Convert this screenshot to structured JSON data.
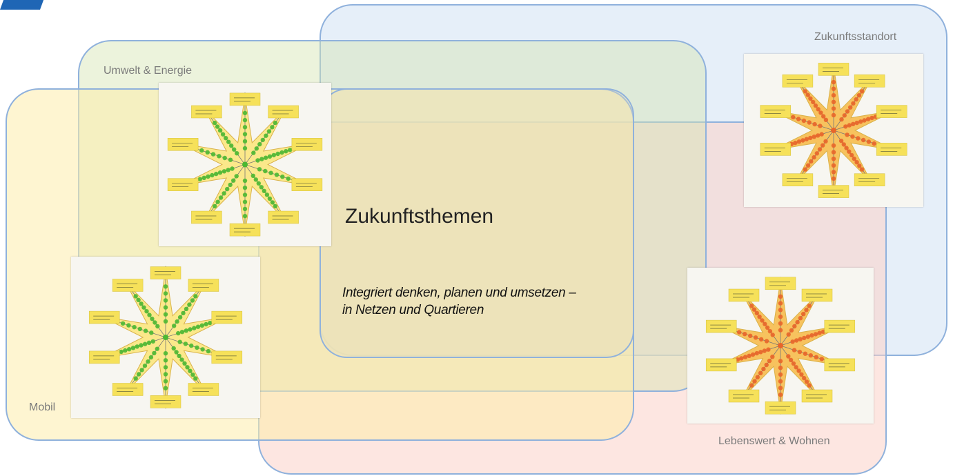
{
  "fields": {
    "umwelt": "Umwelt & Energie",
    "zukunftsstandort": "Zukunftsstandort",
    "mobil": "Mobil",
    "lebenswert": "Lebenswert & Wohnen"
  },
  "center": {
    "title": "Zukunftsthemen",
    "subtitle_line1": "Integriert denken, planen und umsetzen –",
    "subtitle_line2": "in Netzen und Quartieren"
  },
  "colors": {
    "green_dots": "#4bb832",
    "orange_dots": "#e8652a",
    "star_yellow": "#fbe88a",
    "star_orange": "#f7c25e",
    "sticky_note": "#f6e15a",
    "frame_border": "#8fb1dc"
  }
}
